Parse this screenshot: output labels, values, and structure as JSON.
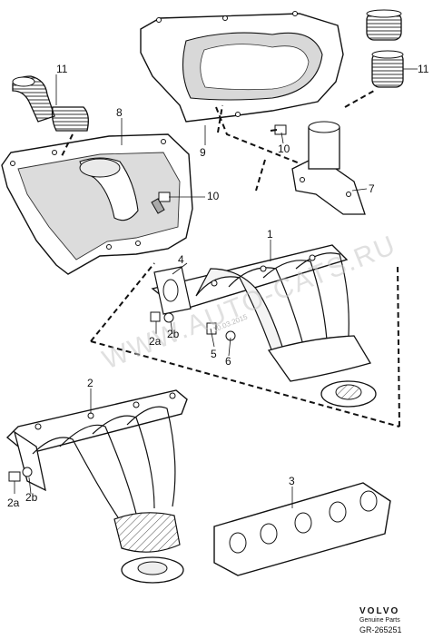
{
  "watermark": "WWW.AUTO-CATS.RU",
  "date_stamp": "10.03.2015",
  "brand": {
    "logo": "VOLVO",
    "subtitle": "Genuine Parts",
    "code": "GR-265251"
  },
  "callouts": {
    "c1": "1",
    "c2": "2",
    "c2a_left": "2a",
    "c2b_left": "2b",
    "c2a_right": "2a",
    "c2b_right": "2b",
    "c3": "3",
    "c4": "4",
    "c5": "5",
    "c6": "6",
    "c7": "7",
    "c8": "8",
    "c9": "9",
    "c10_top": "10",
    "c10_mid": "10",
    "c11_left": "11",
    "c11_right": "11"
  },
  "colors": {
    "line": "#111111",
    "shade": "#9a9a9a",
    "watermark": "#c8c8c8"
  }
}
